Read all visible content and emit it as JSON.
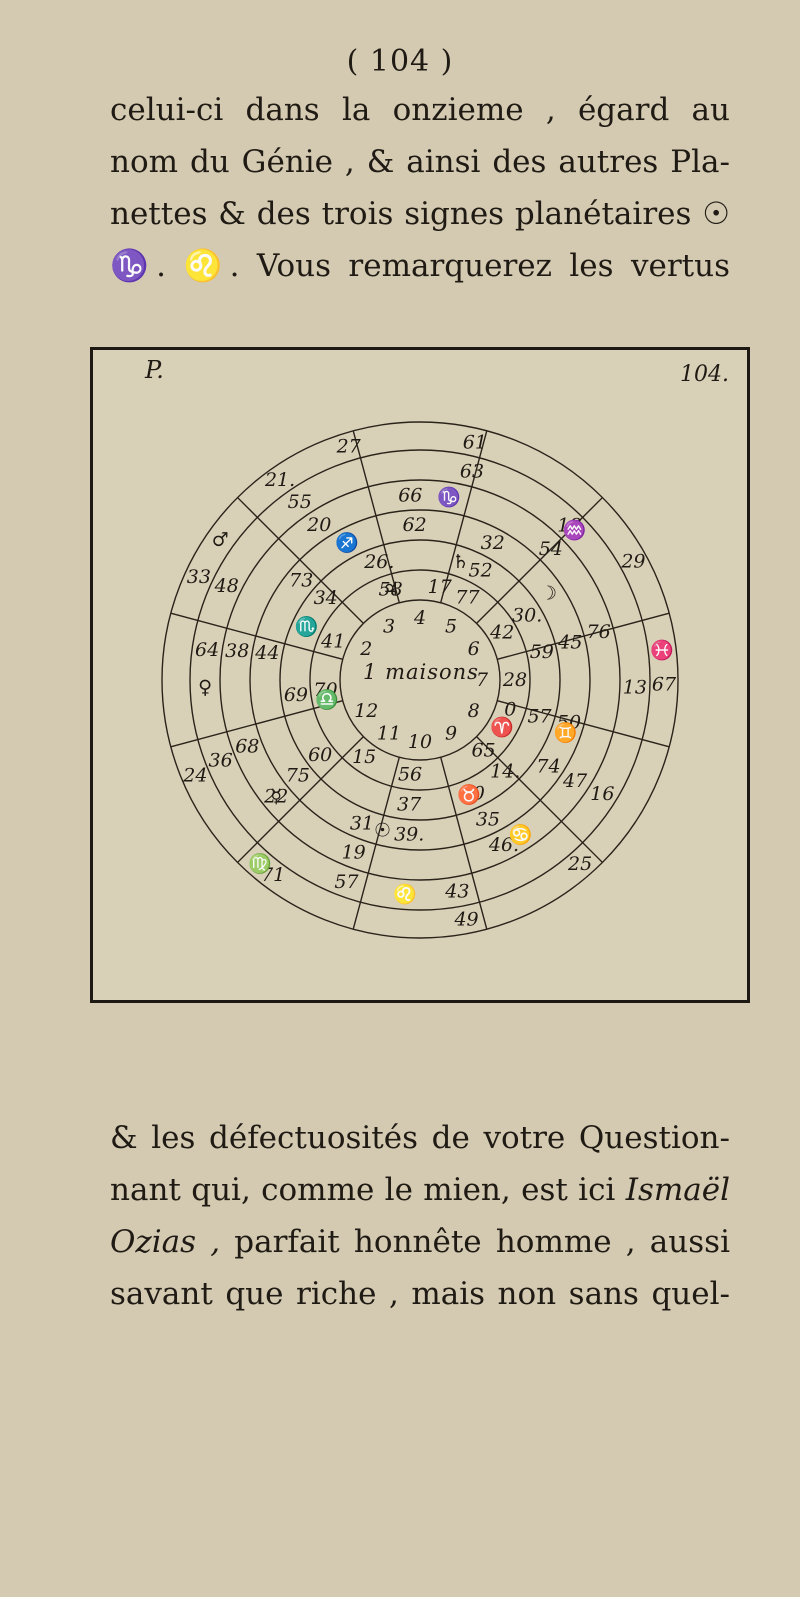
{
  "page": {
    "number": "( 104 )"
  },
  "top_text": {
    "lines": [
      "celui-ci dans la onzieme , égard au",
      "nom du Génie , & ainsi des autres Pla-",
      "nettes & des trois signes planétaires ☉",
      "♑. ♌. Vous remarquerez les vertus"
    ]
  },
  "plate": {
    "letter": "P.",
    "ref": "104.",
    "center": "1 maisons",
    "houses": [
      "2",
      "3",
      "4",
      "5",
      "6",
      "7",
      "8",
      "9",
      "10",
      "11",
      "12"
    ],
    "ring_numbers": [
      "28",
      "14.",
      "39.",
      "22",
      "64",
      "21.",
      "17",
      "30.",
      "50",
      "46.",
      "57",
      "24",
      "41",
      "26.",
      "32",
      "76",
      "16",
      "49",
      "15",
      "69",
      "73",
      "66",
      "18",
      "67",
      "65",
      "37",
      "75",
      "38",
      "55",
      "61",
      "42",
      "57",
      "35",
      "19",
      "36",
      "33",
      "58",
      "52",
      "45",
      "47",
      "43",
      "71",
      "70",
      "34",
      "62",
      "54",
      "13",
      "25",
      "56",
      "60",
      "44",
      "20",
      "63",
      "29",
      "0",
      "40",
      "31",
      "68",
      "48",
      "27",
      "77",
      "59",
      "74"
    ],
    "signs": [
      "♊",
      "♋",
      "♌",
      "♍",
      "♎",
      "♏",
      "♐",
      "♑",
      "♒",
      "♓",
      "♈",
      "♉",
      "☉",
      "☿",
      "♀",
      "♂",
      "♃",
      "♄",
      "☽"
    ]
  },
  "bottom_text": {
    "lines": [
      "& les défectuosités de votre Question-",
      "nant qui, comme le mien, est ici",
      "parfait honnête homme , aussi",
      "savant que riche , mais non sans quel-"
    ],
    "name_first": "Ismaël",
    "name_second": "Ozias ,"
  },
  "colors": {
    "paper": "#d4cab1",
    "ink": "#1f1a14"
  }
}
